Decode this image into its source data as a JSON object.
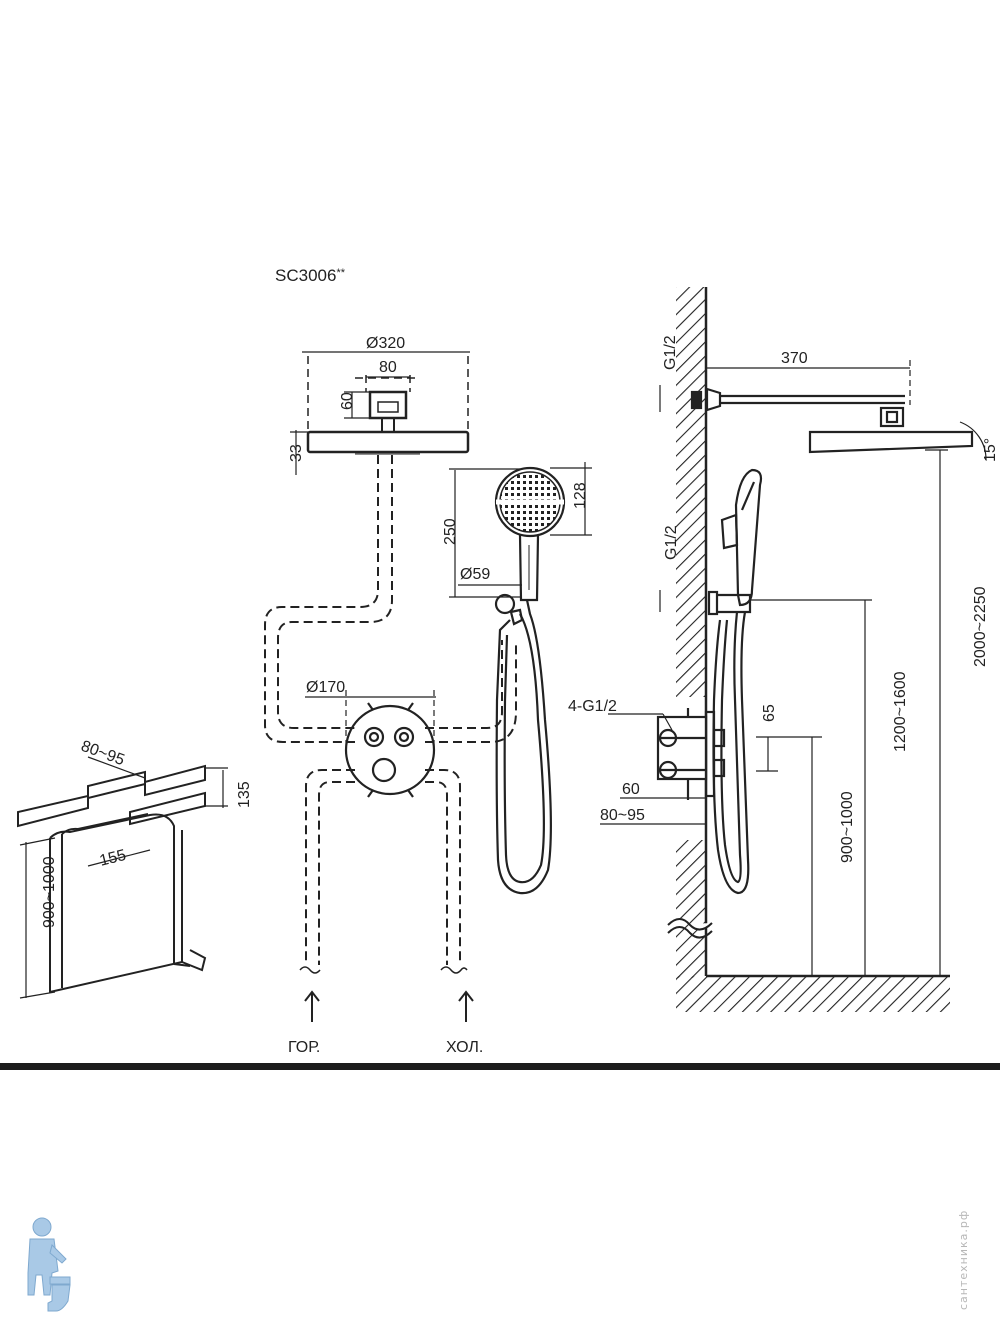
{
  "model": {
    "code": "SC3006",
    "suffix": "**"
  },
  "overhead": {
    "diameter": "Ø320",
    "mount_width": "80",
    "mount_height": "60",
    "thickness": "33"
  },
  "handshower": {
    "height": "250",
    "head_height": "128",
    "head_diameter": "Ø59"
  },
  "mixer": {
    "plate_diameter": "Ø170"
  },
  "inlets": {
    "hot": "ГОР.",
    "cold": "ХОЛ."
  },
  "box": {
    "depth": "80~95",
    "height": "135",
    "width": "155",
    "install_height": "900~1000"
  },
  "side": {
    "arm_length": "370",
    "arm_thread": "G1/2",
    "angle": "15°",
    "hose_thread": "G1/2",
    "valve_thread": "4-G1/2",
    "valve_spacing": "65",
    "valve_depth": "60",
    "wall_depth": "80~95",
    "valve_height": "900~1000",
    "holder_height": "1200~1600",
    "head_height": "2000~2250"
  },
  "watermark": "сантехника.рф",
  "colors": {
    "line": "#222222",
    "bar": "#1c1c1c",
    "logo": "#a9c9e6"
  }
}
